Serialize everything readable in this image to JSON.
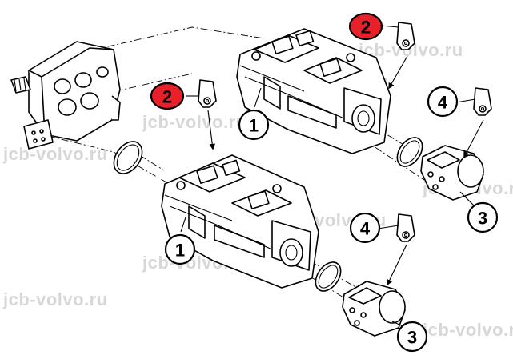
{
  "watermark": {
    "text": "jcb-volvo.ru"
  },
  "callouts": {
    "c1_top": "1",
    "c1_bottom": "1",
    "c2_top": "2",
    "c2_bottom": "2",
    "c3_top": "3",
    "c3_bottom": "3",
    "c4_top": "4",
    "c4_bottom": "4"
  },
  "colors": {
    "highlight_callout": "#e8202a",
    "line": "#000000",
    "watermark": "#d7d7d7"
  },
  "icons": {
    "clip_tag": "clip-tag-icon"
  }
}
